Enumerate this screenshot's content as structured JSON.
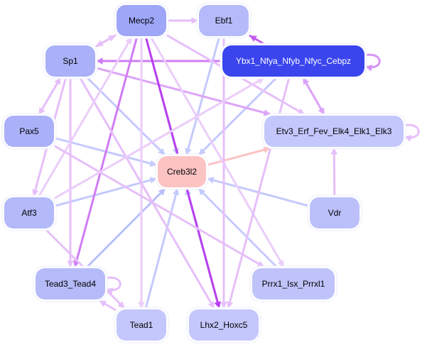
{
  "nodes": [
    {
      "id": "Mecp2",
      "label": "Mecp2",
      "fill": "#9ea6f7",
      "text": "#000000"
    },
    {
      "id": "Ebf1",
      "label": "Ebf1",
      "fill": "#b5bbfa",
      "text": "#000000"
    },
    {
      "id": "Ybx1",
      "label": "Ybx1_Nfya_Nfyb_Nfyc_Cebpz",
      "fill": "#3a45ee",
      "text": "#ffffff"
    },
    {
      "id": "Sp1",
      "label": "Sp1",
      "fill": "#aab1f8",
      "text": "#000000"
    },
    {
      "id": "Etv3",
      "label": "Etv3_Erf_Fev_Elk4_Elk1_Elk3",
      "fill": "#c3c7fb",
      "text": "#000000"
    },
    {
      "id": "Pax5",
      "label": "Pax5",
      "fill": "#aab1f8",
      "text": "#000000"
    },
    {
      "id": "Creb3l2",
      "label": "Creb3l2",
      "fill": "#fcc3c3",
      "text": "#000000"
    },
    {
      "id": "Atf3",
      "label": "Atf3",
      "fill": "#b3b9f9",
      "text": "#000000"
    },
    {
      "id": "Vdr",
      "label": "Vdr",
      "fill": "#bcc0fa",
      "text": "#000000"
    },
    {
      "id": "Tead3",
      "label": "Tead3_Tead4",
      "fill": "#b5bbf9",
      "text": "#000000"
    },
    {
      "id": "Prrx1",
      "label": "Prrx1_Isx_Prrxl1",
      "fill": "#bfc3fa",
      "text": "#000000"
    },
    {
      "id": "Tead1",
      "label": "Tead1",
      "fill": "#c3c7fb",
      "text": "#000000"
    },
    {
      "id": "Lhx2",
      "label": "Lhx2_Hoxc5",
      "fill": "#c3c7fb",
      "text": "#000000"
    }
  ],
  "edges": [
    {
      "from": "Sp1",
      "to": "Creb3l2",
      "color": "#c5cafc"
    },
    {
      "from": "Mecp2",
      "to": "Creb3l2",
      "color": "#c5cafc"
    },
    {
      "from": "Ebf1",
      "to": "Creb3l2",
      "color": "#c5cafc"
    },
    {
      "from": "Ybx1",
      "to": "Creb3l2",
      "color": "#c5cafc"
    },
    {
      "from": "Pax5",
      "to": "Creb3l2",
      "color": "#c5cafc"
    },
    {
      "from": "Atf3",
      "to": "Creb3l2",
      "color": "#c5cafc"
    },
    {
      "from": "Vdr",
      "to": "Creb3l2",
      "color": "#c5cafc"
    },
    {
      "from": "Tead3",
      "to": "Creb3l2",
      "color": "#b8befa"
    },
    {
      "from": "Tead1",
      "to": "Creb3l2",
      "color": "#c5cafc"
    },
    {
      "from": "Lhx2",
      "to": "Creb3l2",
      "color": "#c5cafc"
    },
    {
      "from": "Prrx1",
      "to": "Creb3l2",
      "color": "#c5cafc"
    },
    {
      "from": "Creb3l2",
      "to": "Etv3",
      "color": "#fcc3c3"
    },
    {
      "from": "Ybx1",
      "to": "Sp1",
      "color": "#d07cf5"
    },
    {
      "from": "Ybx1",
      "to": "Ebf1",
      "color": "#c35cf0"
    },
    {
      "from": "Ybx1",
      "to": "Ybx1",
      "color": "#d794f6"
    },
    {
      "from": "Ybx1",
      "to": "Etv3",
      "color": "#dca4f7"
    },
    {
      "from": "Etv3",
      "to": "Ybx1",
      "color": "#dca4f7"
    },
    {
      "from": "Etv3",
      "to": "Etv3",
      "color": "#e6bff9"
    },
    {
      "from": "Vdr",
      "to": "Etv3",
      "color": "#e6bff9"
    },
    {
      "from": "Sp1",
      "to": "Etv3",
      "color": "#dca4f7"
    },
    {
      "from": "Mecp2",
      "to": "Etv3",
      "color": "#e6bff9"
    },
    {
      "from": "Mecp2",
      "to": "Sp1",
      "color": "#e6bff9"
    },
    {
      "from": "Sp1",
      "to": "Mecp2",
      "color": "#e6bff9"
    },
    {
      "from": "Mecp2",
      "to": "Ebf1",
      "color": "#e6bff9"
    },
    {
      "from": "Mecp2",
      "to": "Lhx2",
      "color": "#b83ff0"
    },
    {
      "from": "Mecp2",
      "to": "Tead3",
      "color": "#d07cf5"
    },
    {
      "from": "Mecp2",
      "to": "Tead1",
      "color": "#ebcdfa"
    },
    {
      "from": "Mecp2",
      "to": "Prrx1",
      "color": "#ebcdfa"
    },
    {
      "from": "Sp1",
      "to": "Pax5",
      "color": "#e6bff9"
    },
    {
      "from": "Pax5",
      "to": "Sp1",
      "color": "#e6bff9"
    },
    {
      "from": "Sp1",
      "to": "Atf3",
      "color": "#e6bff9"
    },
    {
      "from": "Sp1",
      "to": "Tead3",
      "color": "#e6bff9"
    },
    {
      "from": "Sp1",
      "to": "Lhx2",
      "color": "#e6bff9"
    },
    {
      "from": "Atf3",
      "to": "Tead1",
      "color": "#e6bff9"
    },
    {
      "from": "Atf3",
      "to": "Mecp2",
      "color": "#ebcdfa"
    },
    {
      "from": "Pax5",
      "to": "Prrx1",
      "color": "#e6bff9"
    },
    {
      "from": "Tead3",
      "to": "Tead3",
      "color": "#e6bff9"
    },
    {
      "from": "Tead1",
      "to": "Tead3",
      "color": "#e6bff9"
    },
    {
      "from": "Ybx1",
      "to": "Lhx2",
      "color": "#e6bff9"
    },
    {
      "from": "Ebf1",
      "to": "Lhx2",
      "color": "#e6bff9"
    },
    {
      "from": "Atf3",
      "to": "Ybx1",
      "color": "#ebcdfa"
    }
  ]
}
